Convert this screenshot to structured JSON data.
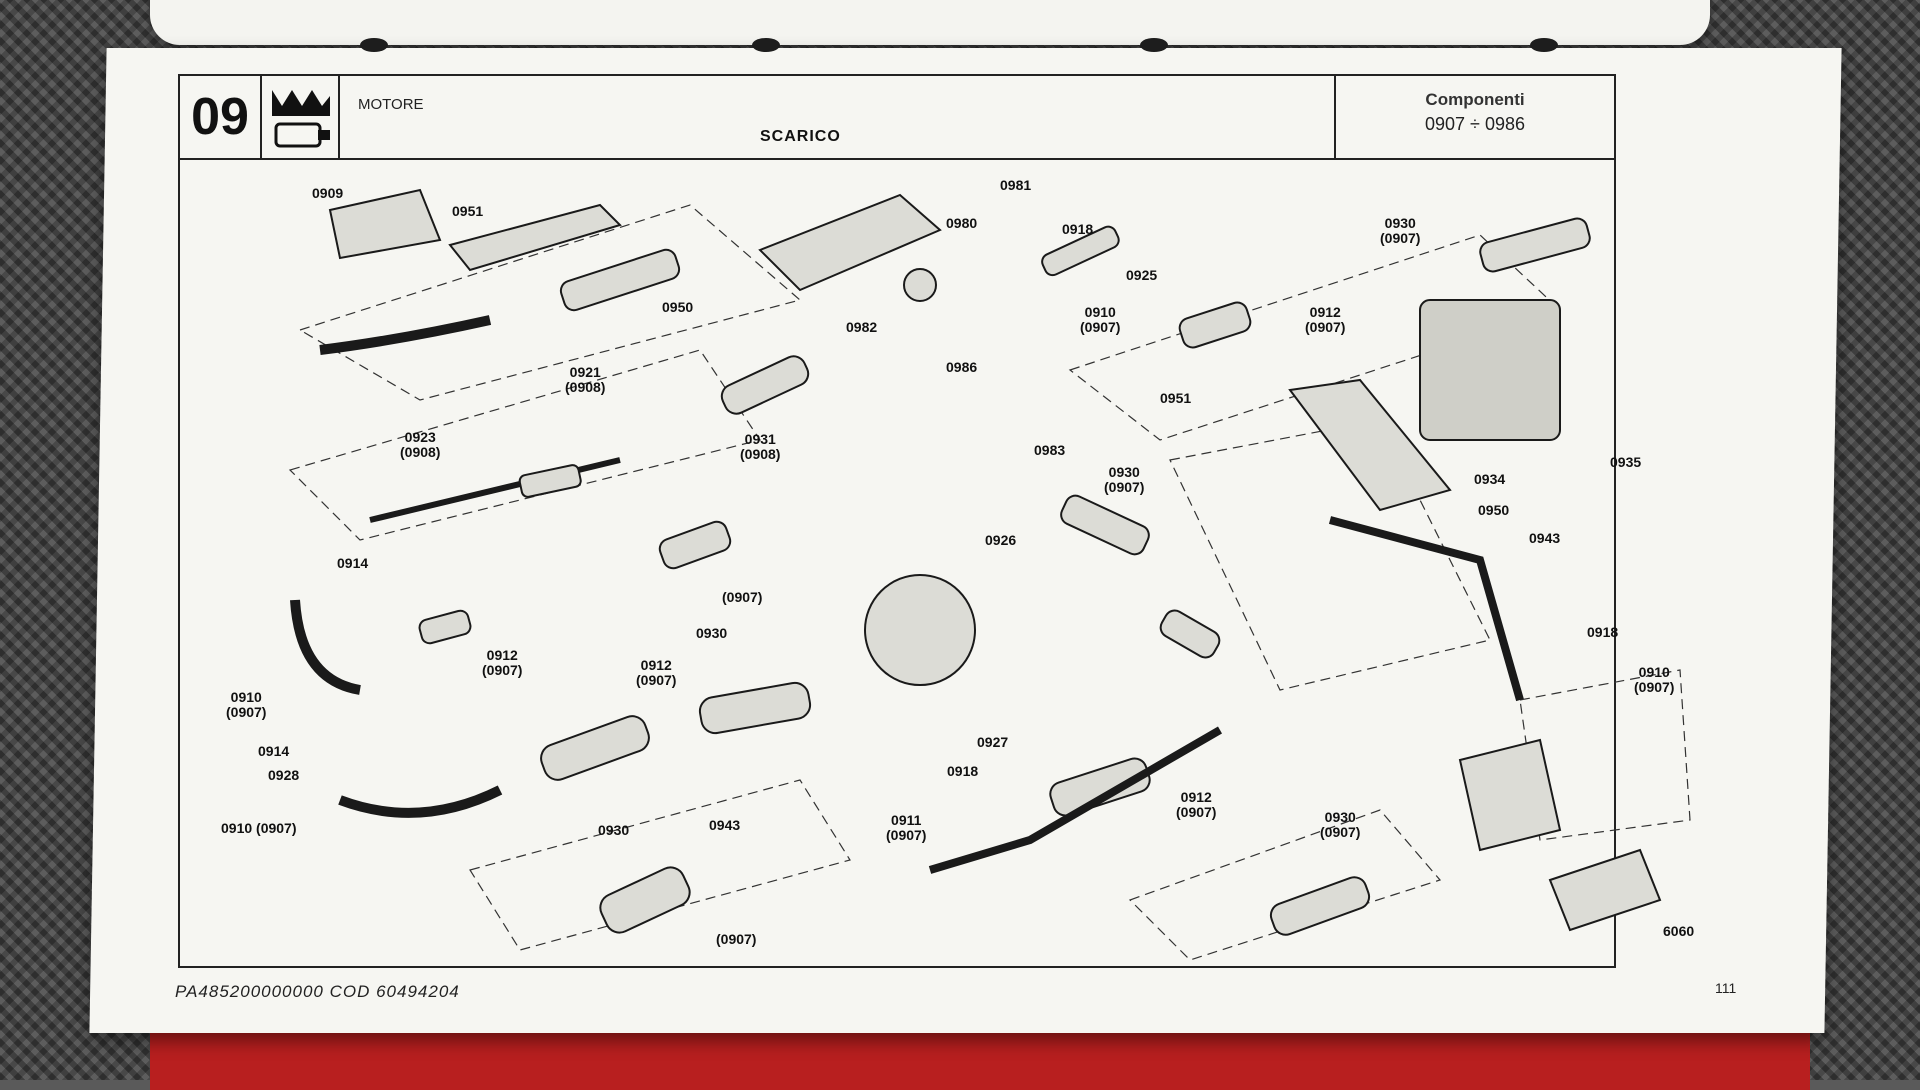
{
  "header": {
    "section_number": "09",
    "group": "MOTORE",
    "subgroup": "SCARICO",
    "components_title": "Componenti",
    "components_range": "0907 ÷ 0986"
  },
  "labels": [
    {
      "id": "0909",
      "text": "0909"
    },
    {
      "id": "0951a",
      "text": "0951"
    },
    {
      "id": "0950a",
      "text": "0950"
    },
    {
      "id": "0921",
      "text": "0921\n(0908)"
    },
    {
      "id": "0981",
      "text": "0981"
    },
    {
      "id": "0980",
      "text": "0980"
    },
    {
      "id": "0918a",
      "text": "0918"
    },
    {
      "id": "0925",
      "text": "0925"
    },
    {
      "id": "0982",
      "text": "0982"
    },
    {
      "id": "0910a",
      "text": "0910\n(0907)"
    },
    {
      "id": "0930a",
      "text": "0930\n(0907)"
    },
    {
      "id": "0912a",
      "text": "0912\n(0907)"
    },
    {
      "id": "0923",
      "text": "0923\n(0908)"
    },
    {
      "id": "0931",
      "text": "0931\n(0908)"
    },
    {
      "id": "0986",
      "text": "0986"
    },
    {
      "id": "0983",
      "text": "0983"
    },
    {
      "id": "0951b",
      "text": "0951"
    },
    {
      "id": "0934",
      "text": "0934"
    },
    {
      "id": "0935",
      "text": "0935"
    },
    {
      "id": "0914a",
      "text": "0914"
    },
    {
      "id": "0907a",
      "text": "(0907)"
    },
    {
      "id": "0930b",
      "text": "0930"
    },
    {
      "id": "0926",
      "text": "0926"
    },
    {
      "id": "0930c",
      "text": "0930\n(0907)"
    },
    {
      "id": "0950b",
      "text": "0950"
    },
    {
      "id": "0943a",
      "text": "0943"
    },
    {
      "id": "0912b",
      "text": "0912\n(0907)"
    },
    {
      "id": "0910b",
      "text": "0910\n(0907)"
    },
    {
      "id": "0918b",
      "text": "0918"
    },
    {
      "id": "0910c",
      "text": "0910\n(0907)"
    },
    {
      "id": "0912c",
      "text": "0912\n(0907)"
    },
    {
      "id": "0914b",
      "text": "0914"
    },
    {
      "id": "0928",
      "text": "0928"
    },
    {
      "id": "0927",
      "text": "0927"
    },
    {
      "id": "0918c",
      "text": "0918"
    },
    {
      "id": "0910d",
      "text": "0910 (0907)"
    },
    {
      "id": "0911",
      "text": "0911\n(0907)"
    },
    {
      "id": "0912d",
      "text": "0912\n(0907)"
    },
    {
      "id": "0930d",
      "text": "0930"
    },
    {
      "id": "0943b",
      "text": "0943"
    },
    {
      "id": "0907b",
      "text": "(0907)"
    },
    {
      "id": "0930e",
      "text": "0930\n(0907)"
    },
    {
      "id": "6060",
      "text": "6060"
    }
  ],
  "footer": {
    "code": "PA485200000000  COD    60494204",
    "page": "111"
  }
}
